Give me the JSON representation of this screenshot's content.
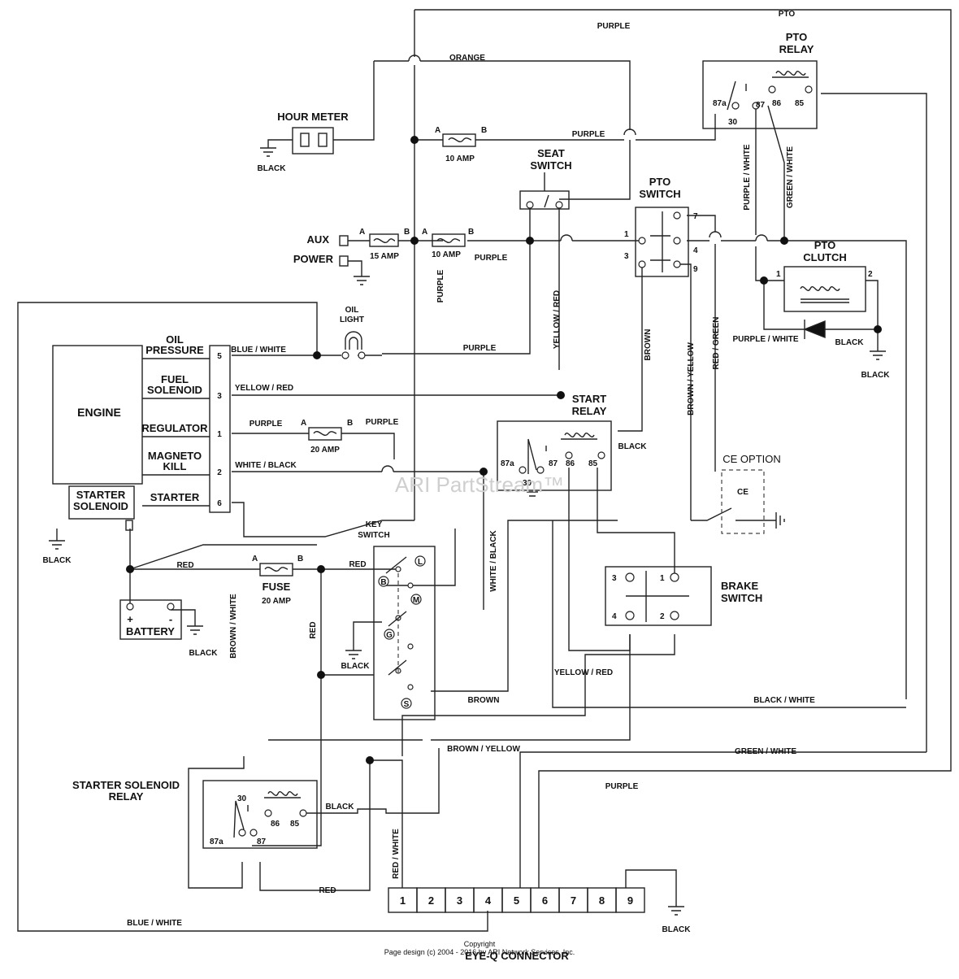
{
  "components": {
    "hour_meter": "HOUR METER",
    "seat_switch": [
      "SEAT",
      "SWITCH"
    ],
    "pto_relay": [
      "PTO",
      "RELAY"
    ],
    "pto_switch": [
      "PTO",
      "SWITCH"
    ],
    "pto_clutch": [
      "PTO",
      "CLUTCH"
    ],
    "aux": "AUX",
    "power": "POWER",
    "oil_light": [
      "OIL",
      "LIGHT"
    ],
    "engine": "ENGINE",
    "start_relay": [
      "START",
      "RELAY"
    ],
    "ce_option": "CE OPTION",
    "ce": "CE",
    "key_switch": [
      "KEY",
      "SWITCH"
    ],
    "brake_switch": [
      "BRAKE",
      "SWITCH"
    ],
    "battery": "BATTERY",
    "fuse": "FUSE",
    "starter_solenoid": [
      "STARTER",
      "SOLENOID"
    ],
    "starter_solenoid_relay": [
      "STARTER SOLENOID",
      "RELAY"
    ],
    "eye_q_connector": "EYE-Q CONNECTOR"
  },
  "engine_terminals": [
    {
      "label": [
        "OIL",
        "PRESSURE"
      ],
      "pin": "5"
    },
    {
      "label": [
        "FUEL",
        "SOLENOID"
      ],
      "pin": "3"
    },
    {
      "label": [
        "REGULATOR"
      ],
      "pin": "1"
    },
    {
      "label": [
        "MAGNETO",
        "KILL"
      ],
      "pin": "2"
    },
    {
      "label": [
        "STARTER"
      ],
      "pin": "6"
    }
  ],
  "fuses": {
    "f10a_top": "10 AMP",
    "f15a": "15 AMP",
    "f10a_mid": "10 AMP",
    "f20a_reg": "20 AMP",
    "f20a_main": "20 AMP",
    "pin_a": "A",
    "pin_b": "B"
  },
  "relay_pins": {
    "p87a": "87a",
    "p30": "30",
    "p87": "87",
    "p86": "86",
    "p85": "85"
  },
  "pto_switch_pins": [
    "7",
    "1",
    "4",
    "3",
    "9"
  ],
  "pto_clutch_pins": [
    "1",
    "2"
  ],
  "brake_switch_pins": [
    "3",
    "1",
    "4",
    "2"
  ],
  "key_switch_positions": [
    "L",
    "B",
    "M",
    "G",
    "S"
  ],
  "battery_signs": [
    "+",
    "-"
  ],
  "eye_q_pins": [
    "1",
    "2",
    "3",
    "4",
    "5",
    "6",
    "7",
    "8",
    "9"
  ],
  "wires": {
    "purple": "PURPLE",
    "orange": "ORANGE",
    "black": "BLACK",
    "blue_white": "BLUE / WHITE",
    "yellow_red": "YELLOW / RED",
    "white_black": "WHITE / BLACK",
    "red": "RED",
    "brown": "BROWN",
    "brown_yellow": "BROWN / YELLOW",
    "red_green": "RED / GREEN",
    "purple_white": "PURPLE / WHITE",
    "green_white": "GREEN / WHITE",
    "black_white": "BLACK / WHITE",
    "brown_white": "BROWN / WHITE",
    "red_white": "RED / WHITE"
  },
  "watermark": "ARI PartStream™",
  "footer": [
    "Copyright",
    "Page design (c) 2004 - 2016 by ARI Network Services, Inc."
  ],
  "colors": {
    "line": "#222222",
    "background": "#ffffff",
    "watermark": "#cfcfcf"
  }
}
